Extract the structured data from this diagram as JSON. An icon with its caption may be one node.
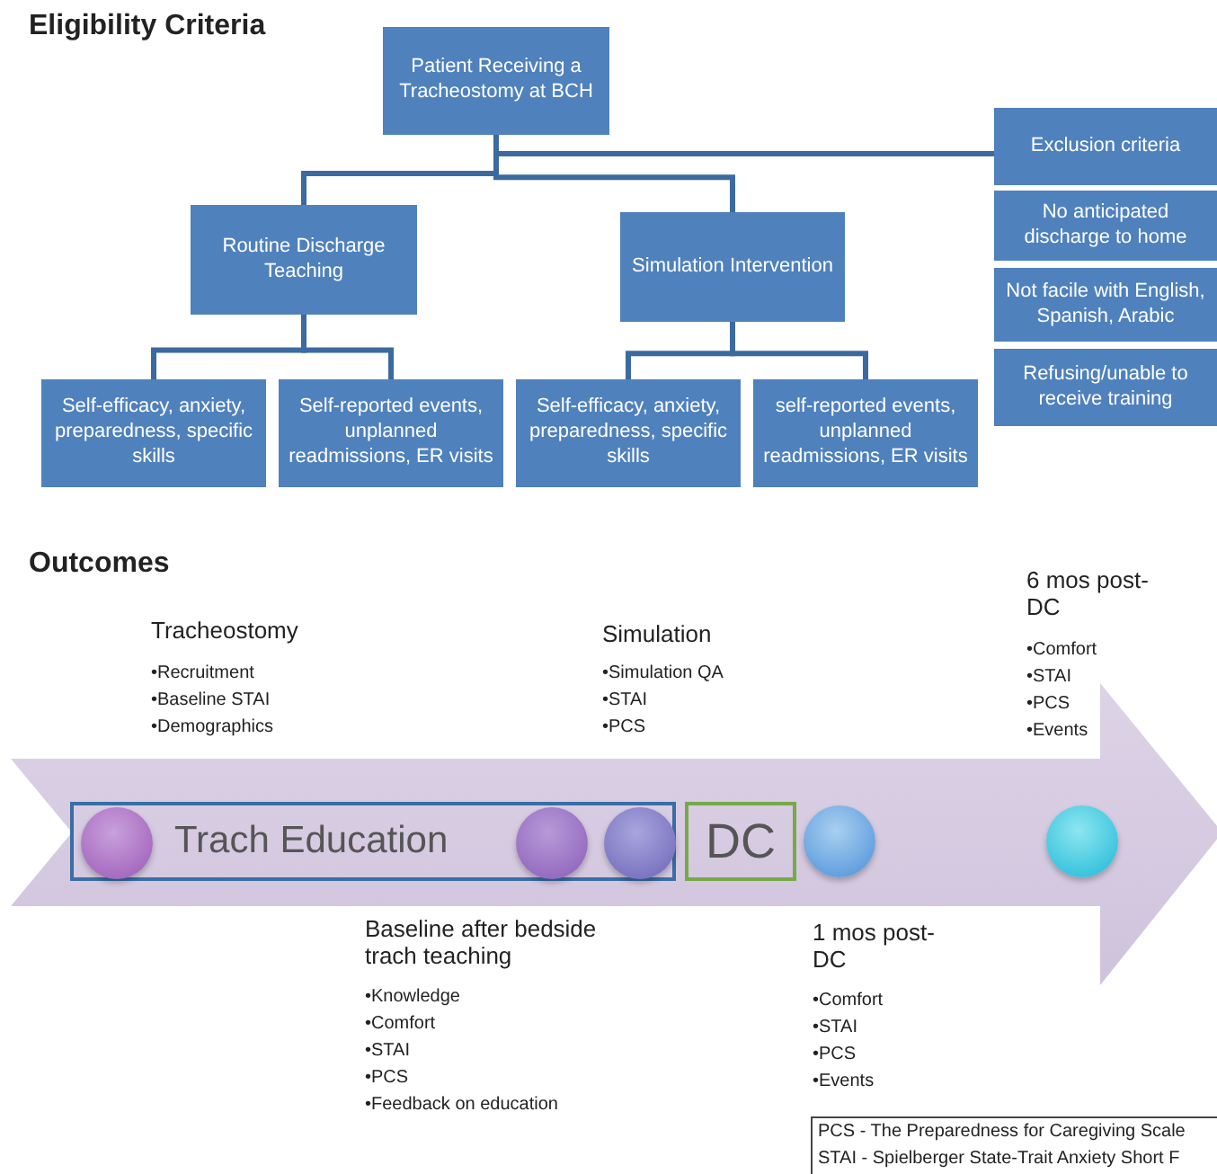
{
  "diagram": {
    "nodes": [
      {
        "text": [
          "Patient Receiving a Tracheostomy at BCH"
        ]
      },
      {
        "text": [
          "Exclusion criteria"
        ]
      },
      {
        "text": [
          "No anticipated discharge to home"
        ]
      },
      {
        "text": [
          "Not facile with English, Spanish, Arabic"
        ]
      },
      {
        "text": [
          "Refusing/unable to receive training"
        ]
      },
      {
        "text": [
          "Routine Discharge Teaching"
        ]
      },
      {
        "text": [
          "Simulation Intervention"
        ]
      },
      {
        "text": [
          "Self-efficacy, anxiety, preparedness, specific skills"
        ]
      },
      {
        "text": [
          "Self-reported events, unplanned readmissions, ER visits"
        ]
      },
      {
        "text": [
          "Self-efficacy, anxiety, preparedness, specific skills"
        ]
      },
      {
        "text": [
          "self-reported events, unplanned readmissions, ER visits"
        ]
      },
      {
        "text": [
          "Trach Education"
        ]
      },
      {
        "text": [],
        "shape": "circle",
        "in": 11
      },
      {
        "text": [],
        "shape": "circle",
        "in": 11
      },
      {
        "text": [],
        "shape": "circle",
        "in": 11
      },
      {
        "text": [
          "DC"
        ]
      },
      {
        "text": [],
        "shape": "circle"
      },
      {
        "text": [],
        "shape": "circle"
      }
    ],
    "edges": [
      {
        "from": 0,
        "to": 1,
        "arrow": "none"
      },
      {
        "from": 0,
        "to": 5,
        "arrow": "none"
      },
      {
        "from": 0,
        "to": 6,
        "arrow": "none"
      },
      {
        "from": 5,
        "to": 7,
        "arrow": "none"
      },
      {
        "from": 5,
        "to": 8,
        "arrow": "none"
      },
      {
        "from": 6,
        "to": 9,
        "arrow": "none"
      },
      {
        "from": 6,
        "to": 10,
        "arrow": "none"
      }
    ],
    "labels": [
      "Eligibility Criteria",
      "Outcomes",
      "Tracheostomy",
      "•Recruitment",
      "•Baseline STAI",
      "•Demographics",
      "Simulation",
      "•Simulation QA",
      "•STAI",
      "•PCS",
      "6 mos post-DC",
      "•Comfort",
      "•STAI",
      "•PCS",
      "•Events",
      "Baseline after bedside trach teaching",
      "•Knowledge",
      "•Comfort",
      "•STAI",
      "•PCS",
      "•Feedback on education",
      "1 mos post-DC",
      "•Comfort",
      "•STAI",
      "•PCS",
      "•Events",
      "PCS - The Preparedness for Caregiving Scale",
      "STAI - Spielberger State-Trait Anxiety Short F"
    ]
  }
}
